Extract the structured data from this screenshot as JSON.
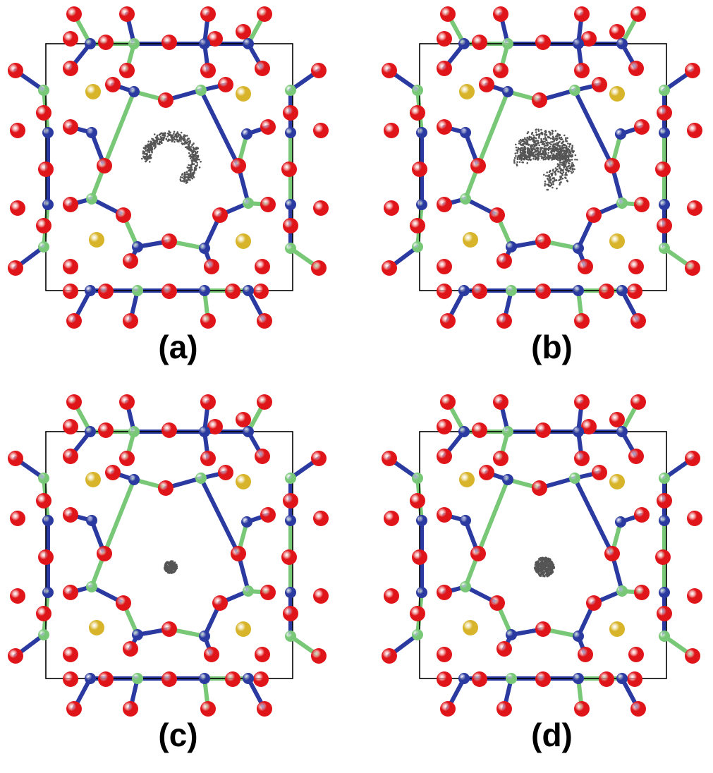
{
  "figure": {
    "panels": [
      {
        "label": "(a)",
        "cloud": "crescent"
      },
      {
        "label": "(b)",
        "cloud": "broad-ring"
      },
      {
        "label": "(c)",
        "cloud": "small-cluster"
      },
      {
        "label": "(d)",
        "cloud": "medium-cluster"
      }
    ],
    "colors": {
      "oxygen": "#e0151a",
      "blue_atom": "#2b3aa0",
      "green_atom": "#78c878",
      "cation": "#d8b42a",
      "trajectory": "#555555",
      "cell": "#000000"
    }
  }
}
